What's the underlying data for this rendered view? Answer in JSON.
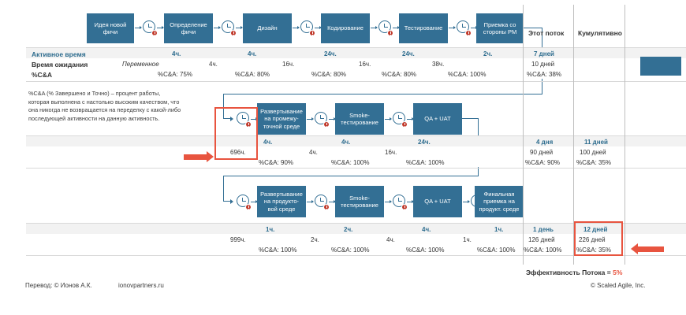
{
  "columns": {
    "this_stream": "Этот поток",
    "cumulative": "Кумулятивно"
  },
  "row_labels": {
    "active_time": "Активное время",
    "wait_time": "Время ожидания",
    "pct_ca": "%C&A"
  },
  "description": "%C&A (% Завершено и Точно) – процент работы, которая выполнена с настолько высоким качеством, что она никогда не возвращается на переделку с какой-либо последующей активности на данную активность.",
  "rows": [
    {
      "id": "row-1",
      "steps": [
        {
          "label": "Идея новой\nфичи",
          "active": "",
          "wait": "Переменное",
          "ca": ""
        },
        {
          "label": "Определение\nфичи",
          "active": "4ч.",
          "wait": "4ч.",
          "ca": "%C&A: 75%"
        },
        {
          "label": "Дизайн",
          "active": "4ч.",
          "wait": "16ч.",
          "ca": "%C&A: 80%"
        },
        {
          "label": "Кодирование",
          "active": "24ч.",
          "wait": "16ч.",
          "ca": "%C&A: 80%"
        },
        {
          "label": "Тестирование",
          "active": "24ч.",
          "wait": "38ч.",
          "ca": "%C&A: 80%"
        },
        {
          "label": "Приемка со\nстороны PM",
          "active": "2ч.",
          "wait": "",
          "ca": "%C&A: 100%"
        }
      ],
      "summary": {
        "this_active": "7 дней",
        "this_wait": "10 дней",
        "this_ca": "%C&A: 38%",
        "cum_active": "",
        "cum_wait": "",
        "cum_ca": ""
      }
    },
    {
      "id": "row-2",
      "steps": [
        {
          "label": "Развертывание\nна промежу-\nточной среде",
          "active": "4ч.",
          "wait": "696ч.",
          "ca": "%C&A: 90%"
        },
        {
          "label": "Smoke-\nтестирование",
          "active": "4ч.",
          "wait": "4ч.",
          "ca": "%C&A: 100%"
        },
        {
          "label": "QA + UAT",
          "active": "24ч.",
          "wait": "16ч.",
          "ca": "%C&A: 100%"
        }
      ],
      "summary": {
        "this_active": "4 дня",
        "this_wait": "90 дней",
        "this_ca": "%C&A: 90%",
        "cum_active": "11 дней",
        "cum_wait": "100 дней",
        "cum_ca": "%C&A: 35%"
      }
    },
    {
      "id": "row-3",
      "steps": [
        {
          "label": "Развертывание\nна продукто-\nвой среде",
          "active": "1ч.",
          "wait": "999ч.",
          "ca": "%C&A: 100%"
        },
        {
          "label": "Smoke-\nтестирование",
          "active": "2ч.",
          "wait": "2ч.",
          "ca": "%C&A: 100%"
        },
        {
          "label": "QA + UAT",
          "active": "4ч.",
          "wait": "4ч.",
          "ca": "%C&A: 100%"
        },
        {
          "label": "Финальная\nприемка на\nпродукт. среде",
          "active": "1ч.",
          "wait": "1ч.",
          "ca": "%C&A: 100%"
        }
      ],
      "summary": {
        "this_active": "1 день",
        "this_wait": "126 дней",
        "this_ca": "%C&A: 100%",
        "cum_active": "12 дней",
        "cum_wait": "226 дней",
        "cum_ca": "%C&A: 35%"
      }
    }
  ],
  "efficiency": {
    "label": "Эффективность Потока  = ",
    "value": "5%"
  },
  "footer": {
    "translator": "Перевод: © Ионов А.К.",
    "site": "ionovpartners.ru",
    "copyright": "© Scaled Agile,  Inc."
  },
  "colors": {
    "process_blue": "#336F94",
    "accent_red": "#E8543F",
    "header_blue_text": "#2D6C8E",
    "band_grey": "#F2F2F2"
  }
}
